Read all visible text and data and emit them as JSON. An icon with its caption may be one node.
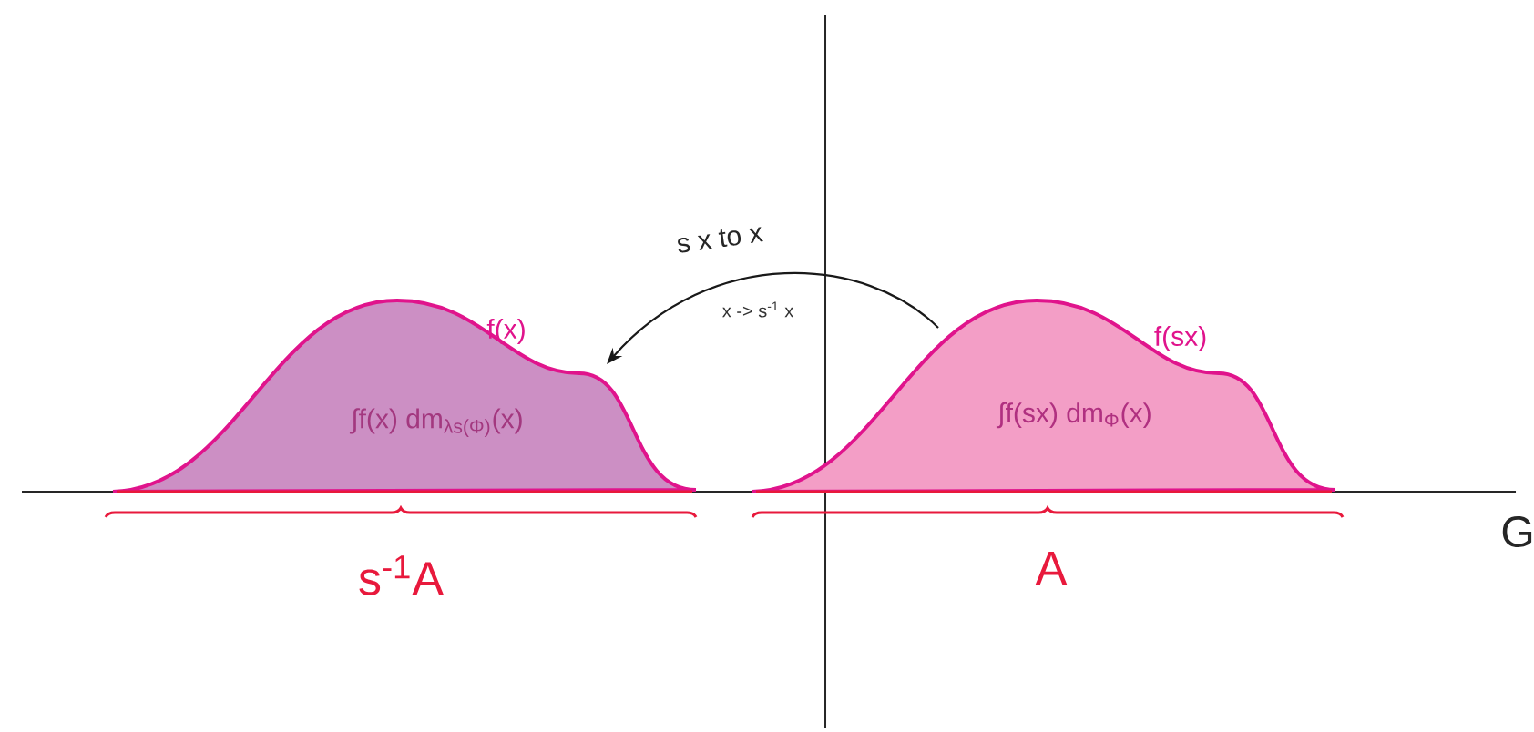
{
  "diagram": {
    "nodes": [
      {
        "text": [
          "∫f(x) dm$_{λs(Φ)}$(x)"
        ],
        "beside": [
          "f(x)"
        ]
      },
      {
        "text": [
          "∫f(sx) dm$_{Φ}$(x)"
        ],
        "beside": [
          "f(sx)"
        ]
      }
    ],
    "edges": [
      {
        "from": 1,
        "to": 0,
        "arrow": "to",
        "label": "s x to x"
      }
    ],
    "labels": [
      "x -> s$^{-1}$ x",
      "s$^{-1}$A",
      "A",
      "G"
    ]
  }
}
